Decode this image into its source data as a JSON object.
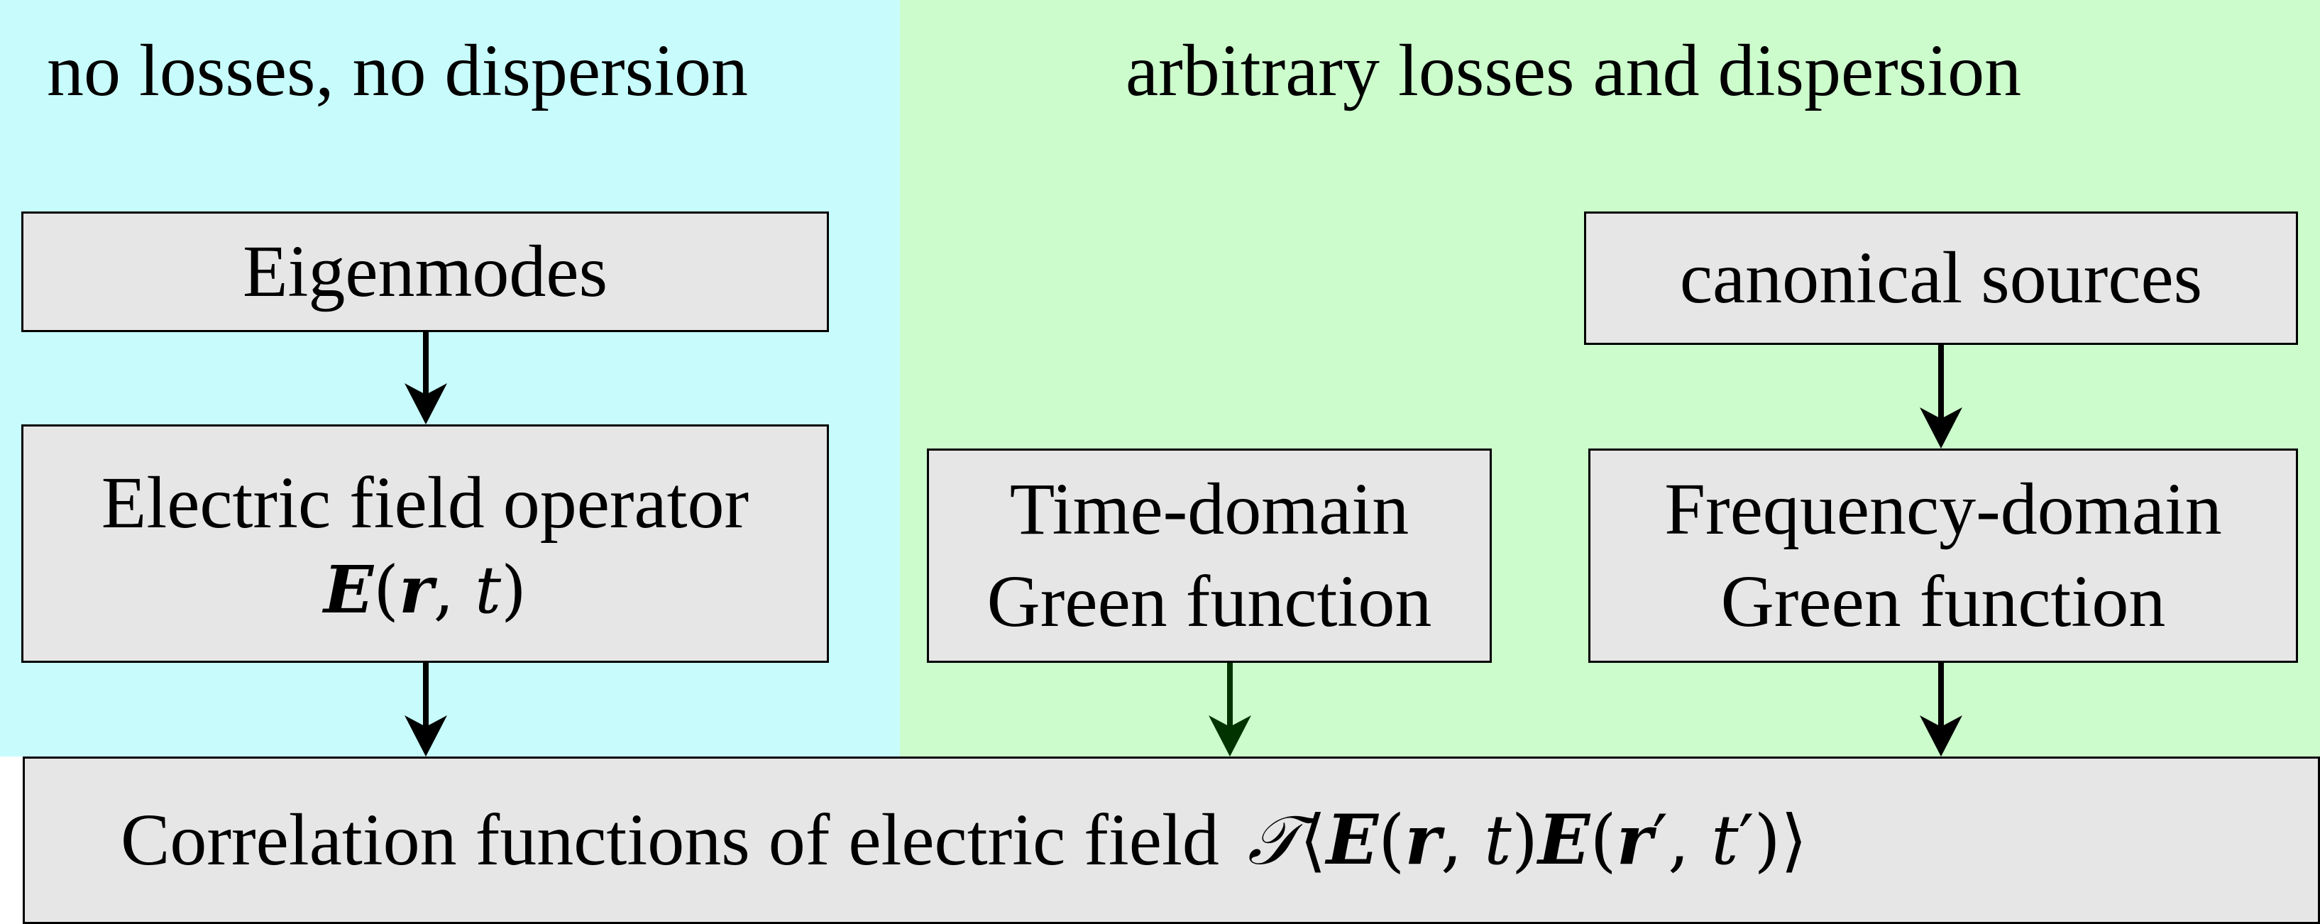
{
  "headings": {
    "left": "no losses, no dispersion",
    "right": "arbitrary losses and  dispersion"
  },
  "boxes": {
    "eigenmodes": "Eigenmodes",
    "efield_line1": "Electric field operator",
    "canonical": "canonical sources",
    "time_green_line1": "Time-domain",
    "time_green_line2": "Green function",
    "freq_green_line1": "Frequency-domain",
    "freq_green_line2": "Green function",
    "correlation": "Correlation functions of electric field"
  },
  "colors": {
    "left_region": "#c8fcfc",
    "right_region": "#ccfccc",
    "box_fill": "#e6e6e6",
    "arrow": "#000000",
    "arrow_dark_green": "#003300"
  }
}
